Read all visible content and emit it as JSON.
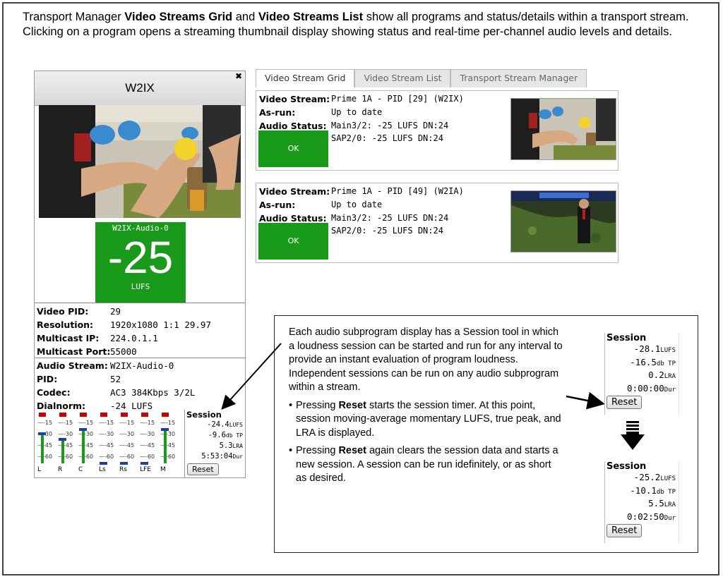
{
  "intro": {
    "t1": "Transport Manager ",
    "b1": "Video Streams Grid",
    "t2": " and ",
    "b2": "Video Streams List",
    "t3": " show all programs and status/details within a transport stream. Clicking on a program opens a streaming thumbnail display showing status and real-time per-channel audio levels and details."
  },
  "panel": {
    "title": "W2IX",
    "meter": {
      "name": "W2IX-Audio-0",
      "value": "-25",
      "unit": "LUFS",
      "color": "#1a9a1a"
    },
    "video": [
      {
        "k": "Video PID:",
        "v": "29"
      },
      {
        "k": "Resolution:",
        "v": "1920x1080 1:1 29.97"
      },
      {
        "k": "Multicast IP:",
        "v": "224.0.1.1"
      },
      {
        "k": "Multicast Port:",
        "v": "55000"
      }
    ],
    "audio": [
      {
        "k": "Audio Stream:",
        "v": "W2IX-Audio-0"
      },
      {
        "k": "PID:",
        "v": "52"
      },
      {
        "k": "Codec:",
        "v": "AC3 384Kbps 3/2L"
      },
      {
        "k": "Dialnorm:",
        "v": "-24 LUFS"
      }
    ],
    "ticks": [
      "-15",
      "-30",
      "-45",
      "-60"
    ],
    "channels": [
      {
        "label": "L",
        "level": 0.62
      },
      {
        "label": "R",
        "level": 0.5
      },
      {
        "label": "C",
        "level": 0.72
      },
      {
        "label": "Ls",
        "level": 0.0
      },
      {
        "label": "Rs",
        "level": 0.0
      },
      {
        "label": "LFE",
        "level": 0.0
      },
      {
        "label": "M",
        "level": 0.72
      }
    ],
    "session": {
      "title": "Session",
      "lufs": "-24.4",
      "lufs_u": "LUFS",
      "tp": "-9.6",
      "tp_u": "db TP",
      "lra": "5.3",
      "lra_u": "LRA",
      "dur": "5:53:04",
      "dur_u": "Dur",
      "reset": "Reset"
    }
  },
  "tabs": [
    "Video Stream Grid",
    "Video Stream List",
    "Transport Stream Manager"
  ],
  "cards": [
    {
      "labels": {
        "stream": "Video Stream:",
        "asrun": "As-run:",
        "audio": "Audio Status:"
      },
      "stream": "Prime 1A - PID [29] (W2IX)",
      "asrun": "Up to date",
      "audio1": "Main3/2: -25 LUFS DN:24",
      "audio2": "SAP2/0: -25 LUFS DN:24",
      "ok": "OK"
    },
    {
      "labels": {
        "stream": "Video Stream:",
        "asrun": "As-run:",
        "audio": "Audio Status:"
      },
      "stream": "Prime 1A - PID [49] (W2IA)",
      "asrun": "Up to date",
      "audio1": "Main3/2: -25 LUFS DN:24",
      "audio2": "SAP2/0: -25 LUFS DN:24",
      "ok": "OK"
    }
  ],
  "explanation": {
    "intro": "Each audio subprogram display has a Session tool in which a loudness session can be started and run for any interval to provide an instant evaluation of program loudness. Independent sessions can be run on any audio subprogram within a stream.",
    "b1_pre": "Pressing ",
    "b1_bold": "Reset",
    "b1_post": " starts the session timer. At this point, session moving-average momentary LUFS, true peak, and LRA is displayed.",
    "b2_pre": "Pressing ",
    "b2_bold": "Reset",
    "b2_post": " again clears the session data and starts a new session. A session can be run idefinitely, or as short as desired."
  },
  "session_before": {
    "title": "Session",
    "lufs": "-28.1",
    "lufs_u": "LUFS",
    "tp": "-16.5",
    "tp_u": "db TP",
    "lra": "0.2",
    "lra_u": "LRA",
    "dur": "0:00:00",
    "dur_u": "Dur",
    "reset": "Reset"
  },
  "session_after": {
    "title": "Session",
    "lufs": "-25.2",
    "lufs_u": "LUFS",
    "tp": "-10.1",
    "tp_u": "db TP",
    "lra": "5.5",
    "lra_u": "LRA",
    "dur": "0:02:50",
    "dur_u": "Dur",
    "reset": "Reset"
  }
}
